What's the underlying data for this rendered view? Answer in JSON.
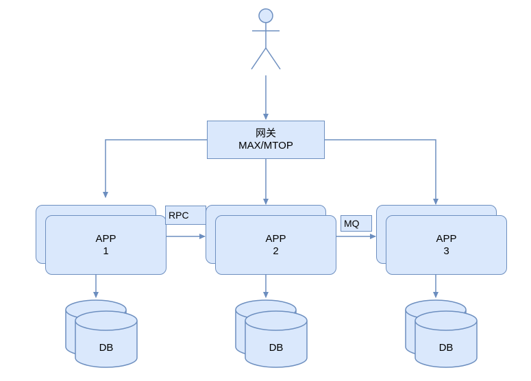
{
  "colors": {
    "fill": "#dae8fc",
    "stroke": "#6c8ebf",
    "text": "#000000",
    "background": "#ffffff"
  },
  "actor": {
    "icon": "stick-figure-user-icon"
  },
  "gateway": {
    "line1": "网关",
    "line2": "MAX/MTOP"
  },
  "apps": [
    {
      "line1": "APP",
      "line2": "1"
    },
    {
      "line1": "APP",
      "line2": "2"
    },
    {
      "line1": "APP",
      "line2": "3"
    }
  ],
  "links": {
    "rpc": "RPC",
    "mq": "MQ"
  },
  "databases": [
    {
      "label": "DB",
      "icon": "database-cylinder-icon"
    },
    {
      "label": "DB",
      "icon": "database-cylinder-icon"
    },
    {
      "label": "DB",
      "icon": "database-cylinder-icon"
    }
  ]
}
